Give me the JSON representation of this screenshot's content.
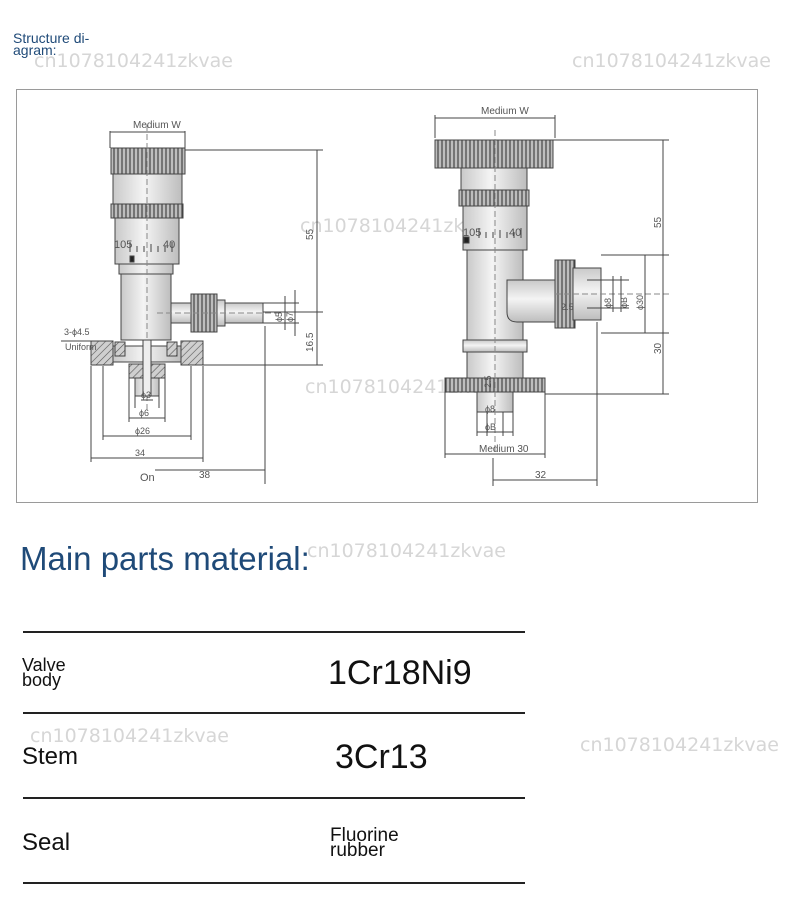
{
  "header": {
    "label": "Structure di-\nagram:"
  },
  "watermark": "cn1078104241zkvae",
  "diagram": {
    "left": {
      "top_label": "Medium W",
      "scale_left": "105",
      "scale_right": "40",
      "dim_55": "55",
      "dim_16_5": "16.5",
      "dim_phi5": "ϕ5",
      "dim_phi7": "ϕ7",
      "holes": "3-ϕ4.5",
      "uniform": "Uniform",
      "dim_phi3": "ϕ3",
      "dim_phi6": "ϕ6",
      "dim_phi26": "ϕ26",
      "dim_34": "34",
      "on_label": "On",
      "dim_38": "38"
    },
    "right": {
      "top_label": "Medium W",
      "scale_left": "105",
      "scale_right": "40",
      "dim_55": "55",
      "dim_30": "30",
      "dim_2_5_side": "2.5",
      "dim_phi8_side": "ϕ8",
      "dim_phiB_side": "ϕB",
      "dim_phi30": "ϕ30",
      "dim_2_5_bottom": "2.5",
      "dim_phi8_bottom": "ϕ8",
      "dim_phiB_bottom": "ϕB",
      "bottom_label": "Medium 30",
      "dim_32": "32"
    }
  },
  "materials": {
    "title": "Main parts material:",
    "rows": [
      {
        "part": "Valve\nbody",
        "material": "1Cr18Ni9"
      },
      {
        "part": "Stem",
        "material": "3Cr13"
      },
      {
        "part": "Seal",
        "material": "Fluorine\nrubber"
      }
    ]
  }
}
